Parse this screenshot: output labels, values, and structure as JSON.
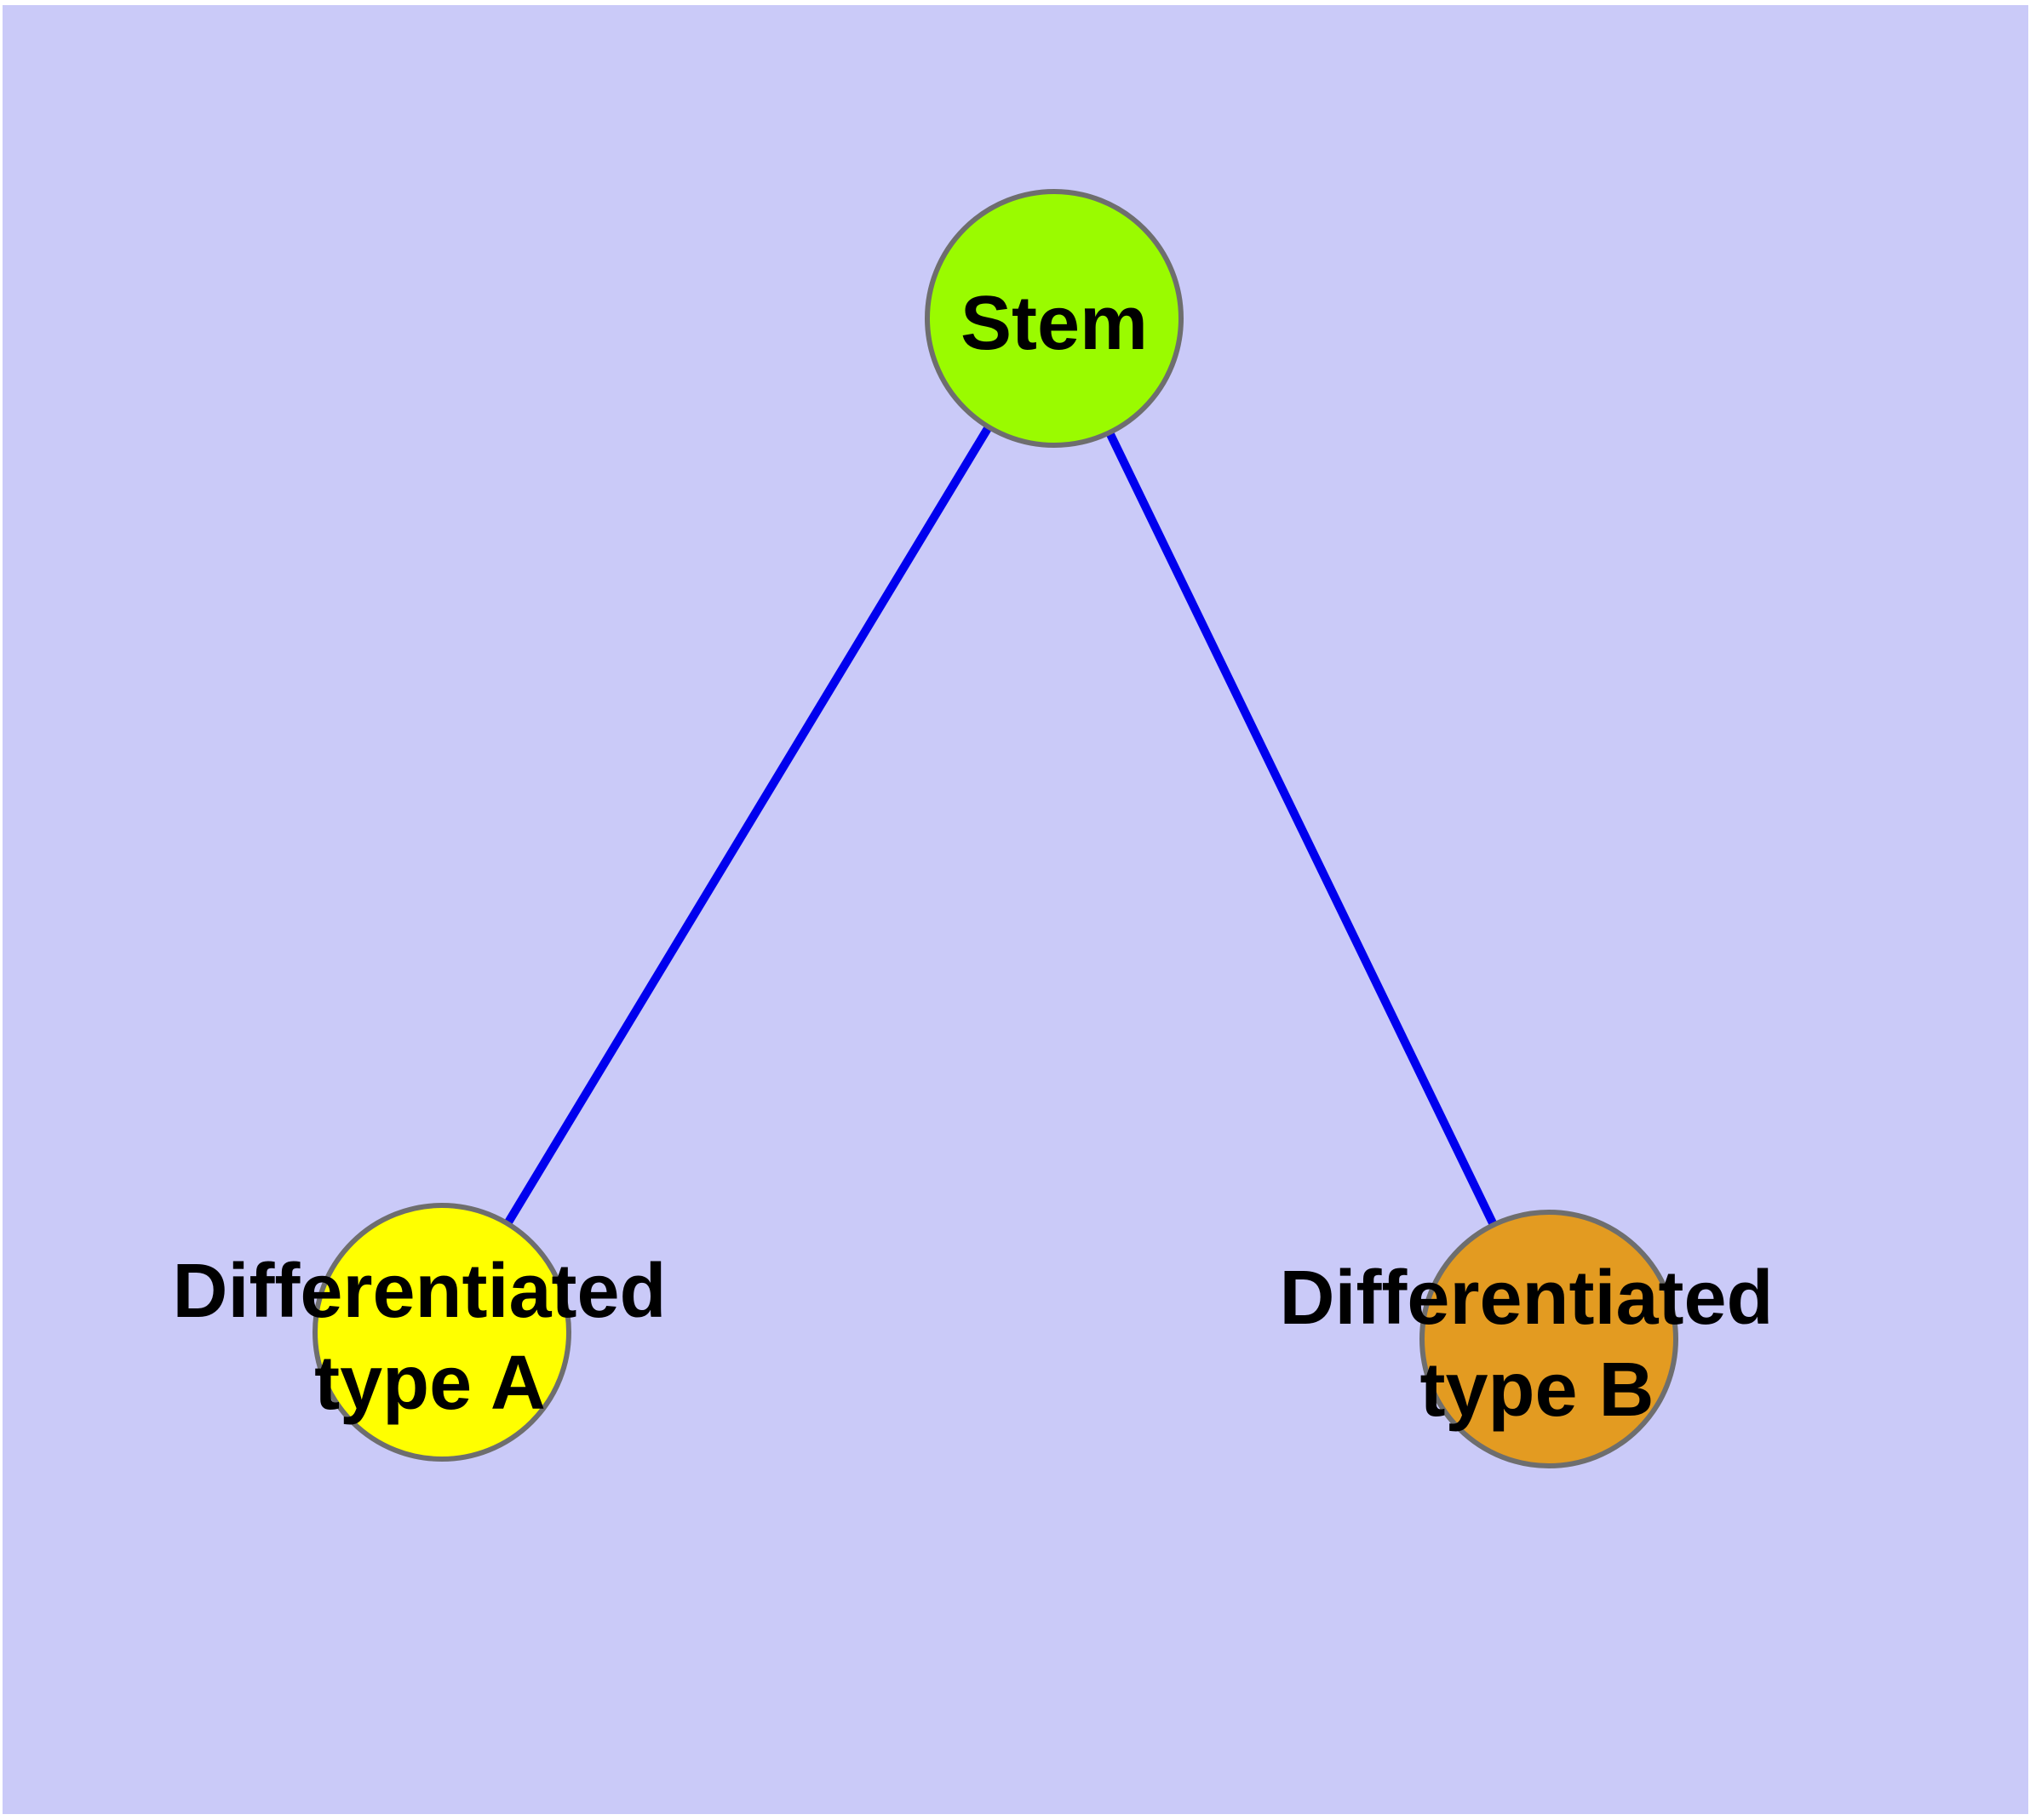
{
  "canvas": {
    "page_background": "#ffffff",
    "background": "#cacaf8"
  },
  "diagram": {
    "type": "graph",
    "edge_color": "#0000ee",
    "edge_width": 10,
    "node_border_color": "#6e6e6e",
    "node_border_width": 6,
    "text_color": "#000000",
    "nodes": [
      {
        "id": "stem",
        "label": "Stem",
        "lines": [
          "Stem"
        ],
        "fill": "#9afb00"
      },
      {
        "id": "diff-a",
        "label": "Differentiated type A",
        "lines": [
          "Differentiated",
          "type A"
        ],
        "fill": "#ffff00"
      },
      {
        "id": "diff-b",
        "label": "Differentiated type B",
        "lines": [
          "Differentiated",
          "type B"
        ],
        "fill": "#e39b21"
      }
    ],
    "edges": [
      {
        "from": "stem",
        "to": "diff-a"
      },
      {
        "from": "stem",
        "to": "diff-b"
      }
    ]
  }
}
